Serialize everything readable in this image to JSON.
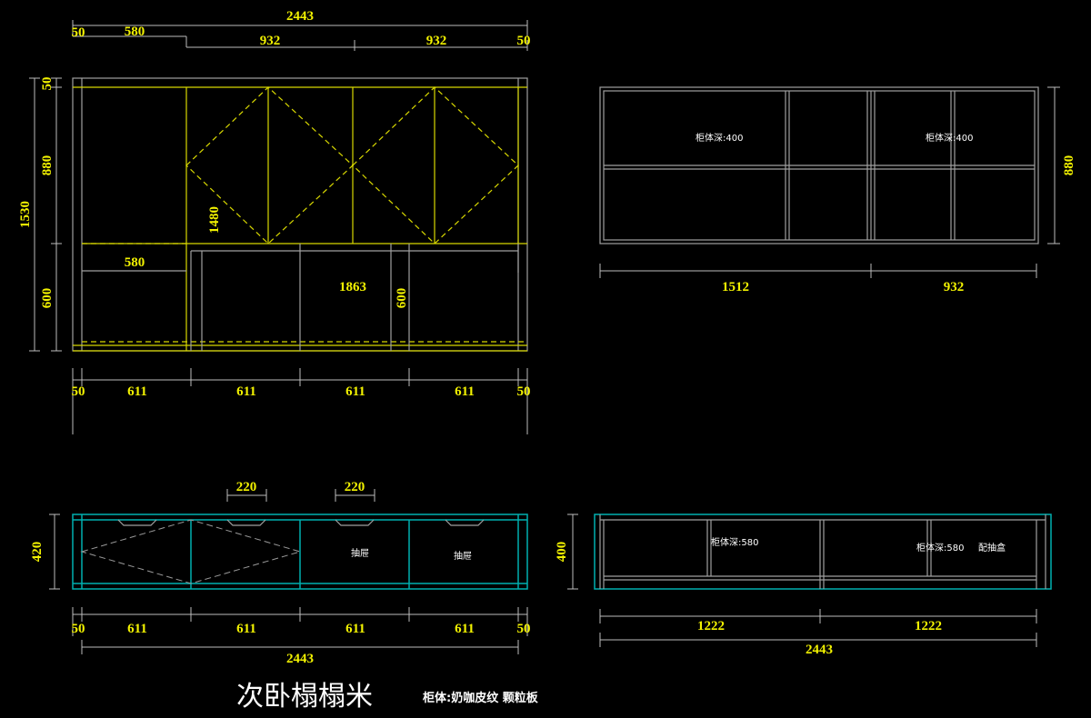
{
  "title": "次卧榻榻米",
  "material_note": "柜体:奶咖皮纹 颗粒板",
  "front_view": {
    "overall_width": "2443",
    "top_segments": [
      "50",
      "580",
      "932",
      "932",
      "50"
    ],
    "left_heights": [
      "50",
      "880",
      "600"
    ],
    "total_height": "1530",
    "inner_labels": [
      "1480",
      "580",
      "1863",
      "600"
    ],
    "bottom_segments": [
      "50",
      "611",
      "611",
      "611",
      "611",
      "50"
    ]
  },
  "side_view": {
    "right_height": "880",
    "depth_labels": [
      "柜体深:400",
      "柜体深:400"
    ],
    "bottom_widths": [
      "1512",
      "932"
    ]
  },
  "plan_view": {
    "handle_widths": [
      "220",
      "220"
    ],
    "left_height": "420",
    "drawer_labels": [
      "抽屉",
      "抽屉"
    ],
    "bottom_segments": [
      "50",
      "611",
      "611",
      "611",
      "611",
      "50"
    ],
    "overall_width": "2443"
  },
  "section_view": {
    "left_height": "400",
    "depth_labels": [
      "柜体深:580",
      "柜体深:580",
      "配抽盒"
    ],
    "bottom_widths": [
      "1222",
      "1222"
    ],
    "overall_width": "2443"
  }
}
